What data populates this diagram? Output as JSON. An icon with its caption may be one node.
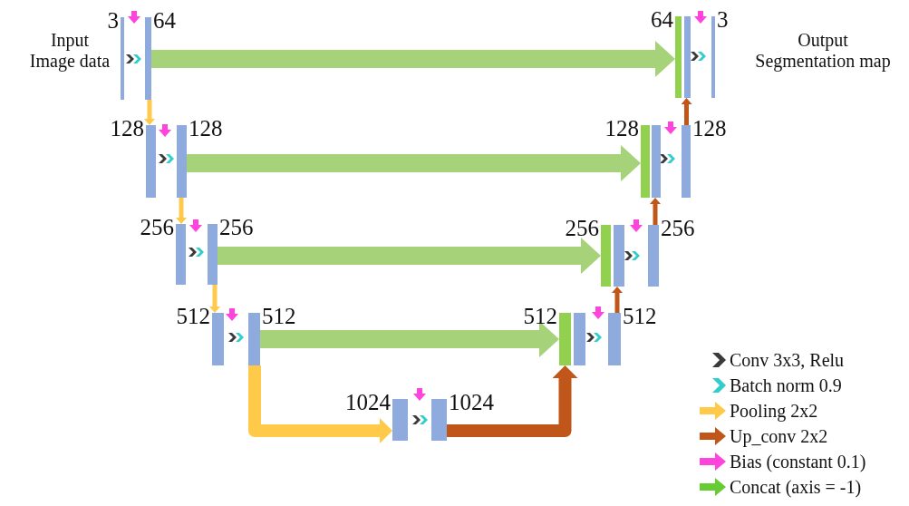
{
  "diagram": {
    "nodes": [
      {
        "text": [],
        "shape": "bar",
        "beside": [
          "3"
        ]
      },
      {
        "text": [],
        "shape": "bar",
        "beside": [
          "64"
        ]
      },
      {
        "text": [],
        "shape": "bar",
        "beside": [
          "64"
        ]
      },
      {
        "text": [],
        "shape": "bar"
      },
      {
        "text": [],
        "shape": "bar",
        "beside": [
          "3"
        ]
      },
      {
        "text": [],
        "shape": "bar",
        "beside": [
          "128"
        ]
      },
      {
        "text": [],
        "shape": "bar",
        "beside": [
          "128"
        ]
      },
      {
        "text": [],
        "shape": "bar",
        "beside": [
          "128"
        ]
      },
      {
        "text": [],
        "shape": "bar"
      },
      {
        "text": [],
        "shape": "bar",
        "beside": [
          "128"
        ]
      },
      {
        "text": [],
        "shape": "bar",
        "beside": [
          "256"
        ]
      },
      {
        "text": [],
        "shape": "bar",
        "beside": [
          "256"
        ]
      },
      {
        "text": [],
        "shape": "bar",
        "beside": [
          "256"
        ]
      },
      {
        "text": [],
        "shape": "bar"
      },
      {
        "text": [],
        "shape": "bar",
        "beside": [
          "256"
        ]
      },
      {
        "text": [],
        "shape": "bar",
        "beside": [
          "512"
        ]
      },
      {
        "text": [],
        "shape": "bar",
        "beside": [
          "512"
        ]
      },
      {
        "text": [],
        "shape": "bar",
        "beside": [
          "512"
        ]
      },
      {
        "text": [],
        "shape": "bar"
      },
      {
        "text": [],
        "shape": "bar",
        "beside": [
          "512"
        ]
      },
      {
        "text": [],
        "shape": "bar",
        "beside": [
          "1024"
        ]
      },
      {
        "text": [],
        "shape": "bar",
        "beside": [
          "1024"
        ]
      }
    ],
    "edges": [
      {
        "from": 1,
        "to": 2,
        "arrow": "to",
        "style": "thick",
        "color": "#a6d279"
      },
      {
        "from": 1,
        "to": 5,
        "arrow": "to",
        "color": "#ffc94a"
      },
      {
        "from": 9,
        "to": 3,
        "arrow": "to",
        "color": "#c0561a"
      },
      {
        "from": 6,
        "to": 7,
        "arrow": "to",
        "style": "thick",
        "color": "#a6d279"
      },
      {
        "from": 6,
        "to": 10,
        "arrow": "to",
        "color": "#ffc94a"
      },
      {
        "from": 14,
        "to": 8,
        "arrow": "to",
        "color": "#c0561a"
      },
      {
        "from": 11,
        "to": 12,
        "arrow": "to",
        "style": "thick",
        "color": "#a6d279"
      },
      {
        "from": 11,
        "to": 15,
        "arrow": "to",
        "color": "#ffc94a"
      },
      {
        "from": 19,
        "to": 13,
        "arrow": "to",
        "color": "#c0561a"
      },
      {
        "from": 16,
        "to": 17,
        "arrow": "to",
        "style": "thick",
        "color": "#a6d279"
      },
      {
        "from": 16,
        "to": 20,
        "arrow": "to",
        "style": "thick",
        "color": "#ffc94a"
      },
      {
        "from": 21,
        "to": 17,
        "arrow": "to",
        "style": "thick",
        "color": "#c0561a"
      }
    ],
    "labels": [
      "Input Image data",
      "Output Segmentation map"
    ],
    "legend": [
      {
        "text": "Conv 3x3, Relu",
        "color": "#3a3a3a"
      },
      {
        "text": "Batch norm 0.9",
        "color": "#33cccc"
      },
      {
        "text": "Pooling 2x2",
        "color": "#ffc94a"
      },
      {
        "text": "Up_conv 2x2",
        "color": "#c0561a"
      },
      {
        "text": "Bias (constant 0.1)",
        "color": "#ff44dd"
      },
      {
        "text": "Concat (axis = -1)",
        "color": "#66cc33"
      }
    ]
  }
}
